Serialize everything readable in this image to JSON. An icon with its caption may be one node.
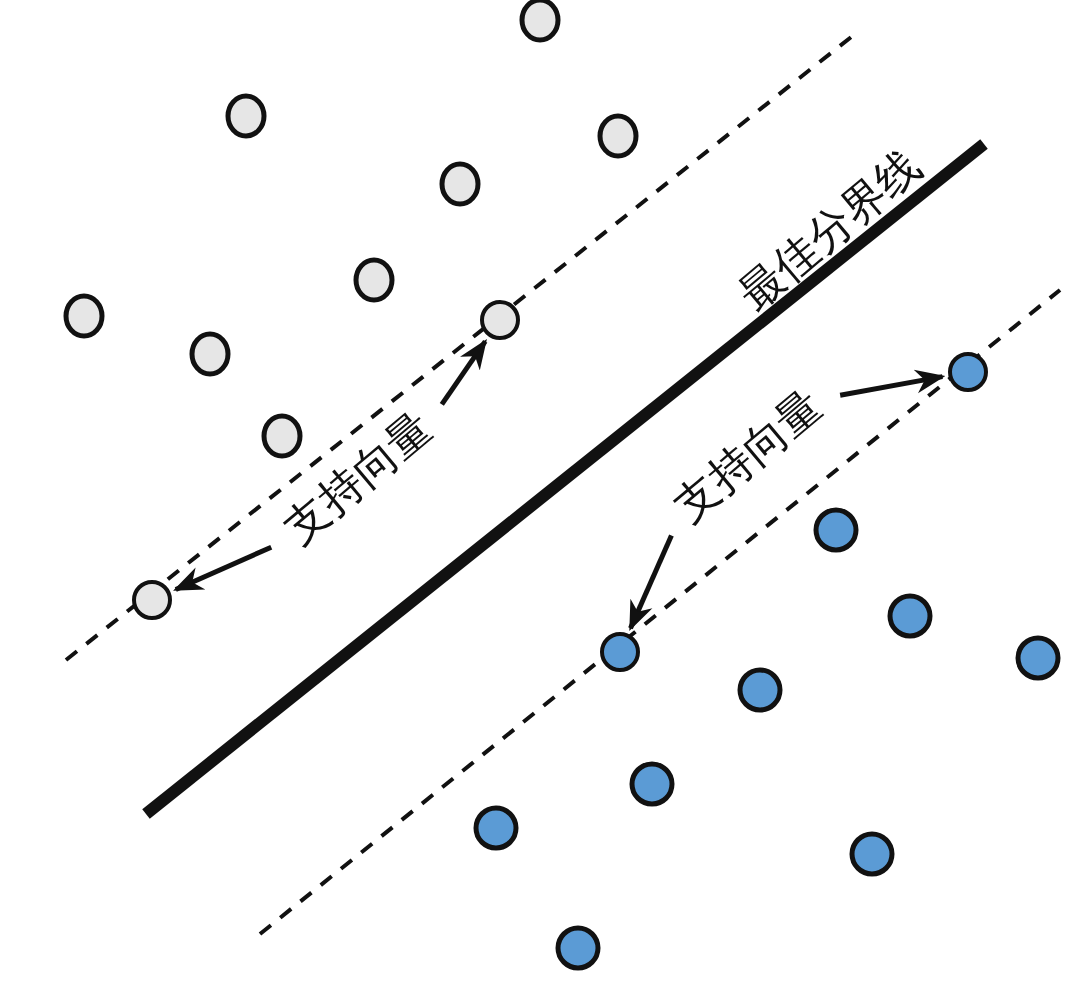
{
  "diagram": {
    "nodes": [
      {
        "text": [
          "支持向量"
        ]
      },
      {
        "text": [],
        "shape": "circle"
      },
      {
        "text": [],
        "shape": "circle"
      },
      {
        "text": [
          "支持向量"
        ]
      },
      {
        "text": [],
        "shape": "circle"
      },
      {
        "text": [],
        "shape": "circle"
      }
    ],
    "edges": [
      {
        "from": 0,
        "to": 1,
        "arrow": "to"
      },
      {
        "from": 0,
        "to": 2,
        "arrow": "to"
      },
      {
        "from": 3,
        "to": 4,
        "arrow": "to"
      },
      {
        "from": 3,
        "to": 5,
        "arrow": "to"
      }
    ],
    "labels": [
      "最佳分界线"
    ]
  }
}
